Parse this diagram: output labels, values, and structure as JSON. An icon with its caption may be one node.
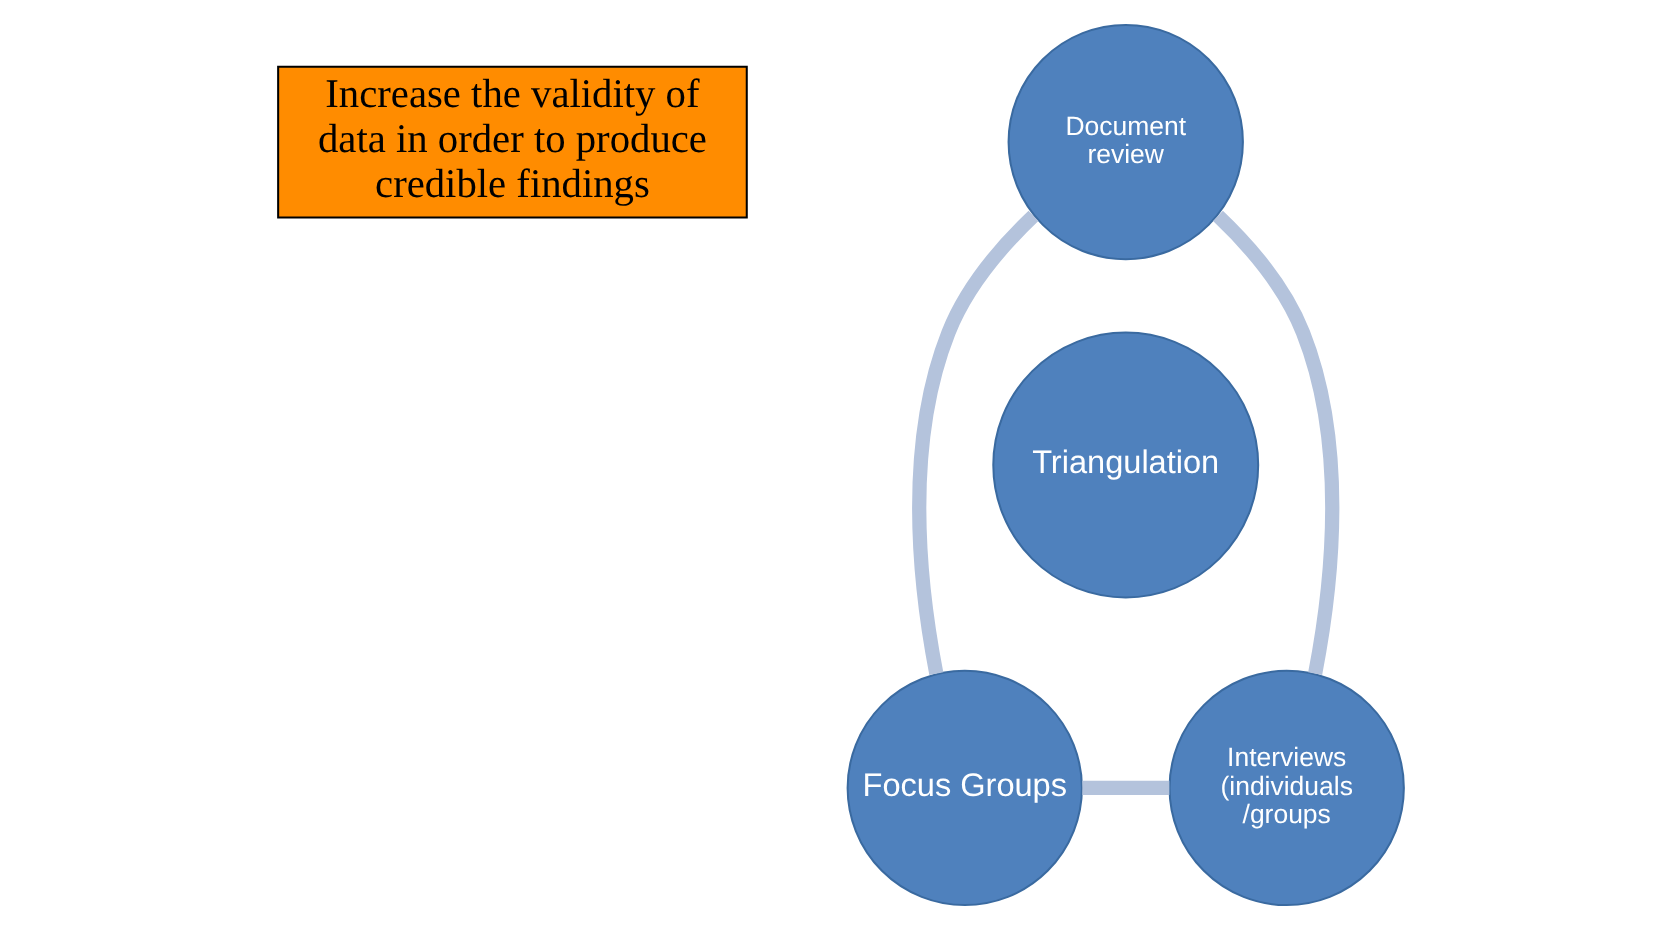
{
  "diagram": {
    "nodes": [
      {
        "text": [
          "Increase the validity of data in order to produce credible findings"
        ]
      },
      {
        "text": [
          "Document review"
        ]
      },
      {
        "text": [
          "Triangulation"
        ]
      },
      {
        "text": [
          "Interviews (individuals /groups"
        ]
      },
      {
        "text": [
          "Focus Groups"
        ]
      }
    ],
    "edges": [
      {
        "from": 1,
        "to": 4,
        "arrow": "none"
      },
      {
        "from": 4,
        "to": 3,
        "arrow": "none"
      },
      {
        "from": 3,
        "to": 1,
        "arrow": "none"
      }
    ]
  }
}
